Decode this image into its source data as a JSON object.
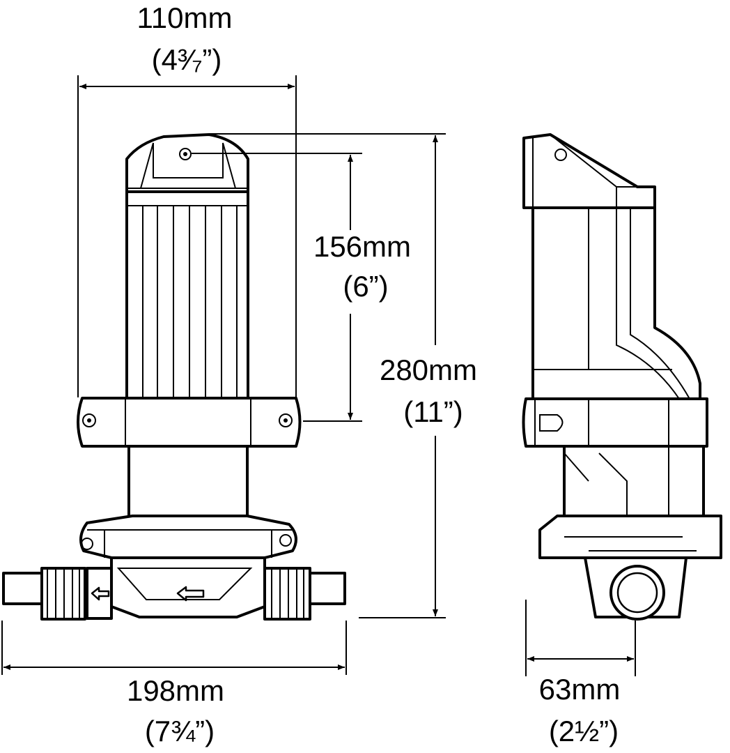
{
  "dimensions": {
    "width_top": {
      "metric": "110mm",
      "imperial": "(4³⁄₇”)"
    },
    "motor_height": {
      "metric": "156mm",
      "imperial": "(6”)"
    },
    "total_height": {
      "metric": "280mm",
      "imperial": "(11”)"
    },
    "total_width": {
      "metric": "198mm",
      "imperial": "(7¾”)"
    },
    "side_depth": {
      "metric": "63mm",
      "imperial": "(2½”)"
    }
  }
}
